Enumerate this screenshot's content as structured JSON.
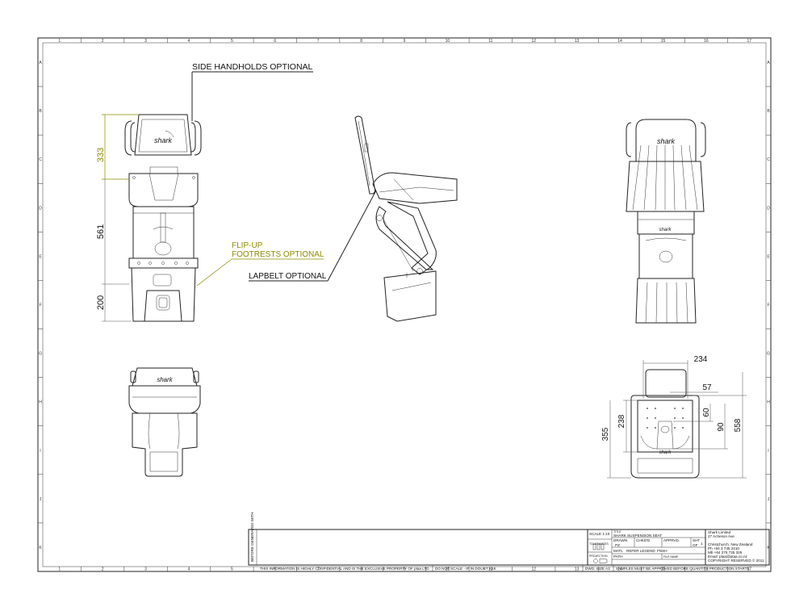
{
  "grid": {
    "columns": [
      "1",
      "2",
      "3",
      "4",
      "5",
      "6",
      "7",
      "8",
      "9",
      "10",
      "11",
      "12",
      "13",
      "14",
      "15",
      "16",
      "17"
    ],
    "rows": [
      "A",
      "B",
      "C",
      "D",
      "E",
      "F",
      "G",
      "H",
      "I",
      "J",
      "K"
    ]
  },
  "annotations": {
    "side_handholds": "SIDE HANDHOLDS OPTIONAL",
    "flipup_line1": "FLIP-UP",
    "flipup_line2": "FOOTRESTS OPTIONAL",
    "lapbelt": "LAPBELT OPTIONAL"
  },
  "logo_text": "shark",
  "dimensions": {
    "front_top": "333",
    "front_mid": "561",
    "front_bottom": "200",
    "plan_width": "234",
    "plan_57": "57",
    "plan_60": "60",
    "plan_90": "90",
    "plan_238": "238",
    "plan_355": "355",
    "plan_558": "558"
  },
  "colors": {
    "annotation_olive": "#8b8b00",
    "line": "#222222"
  },
  "title_block": {
    "scale": "SCALE 1:10",
    "title_label": "TITLE",
    "title": "SHARK SUSPENSION SEAT",
    "drawn": "DRAWN",
    "chkd": "CHKD'D",
    "apprvd": "APPRVD.",
    "sht": "SHT",
    "sht_num": "1",
    "of": "OF",
    "drawn_by": "PZ",
    "matl": "MATL",
    "matl_value": "REFER LEGEND",
    "fnsh": "FNSH",
    "path": "PATH",
    "file_name": "FILE NAME",
    "tolerances": "TOLERANCES",
    "projection": "PROJECTION",
    "company_name": "Shark Limited",
    "company_address": "27 Acheson Ave",
    "company_city": "Christchurch, New Zealand",
    "company_ph": "Ph +64 3 745 2410",
    "company_mob": "Mb +64 275 725 325",
    "company_email": "Email: ptaa@ptaa.co.nz",
    "copyright": "COPYRIGHT RESERVED © 2011",
    "confidential": "THIS INFORMATION IS HIGHLY CONFIDENTIAL AND IS THE EXCLUSIVE PROPERTY OF ptaa LTD",
    "do_not_scale": "DO NOT SCALE - IF IN DOUBT ASK",
    "dwg_size": "DWG. SIZE A3",
    "samples": "SAMPLES MUST BE APPROVED BEFORE QUANTITY PRODUCTION STARTS",
    "margin_label": "BEFORE GENERATED WITH"
  }
}
